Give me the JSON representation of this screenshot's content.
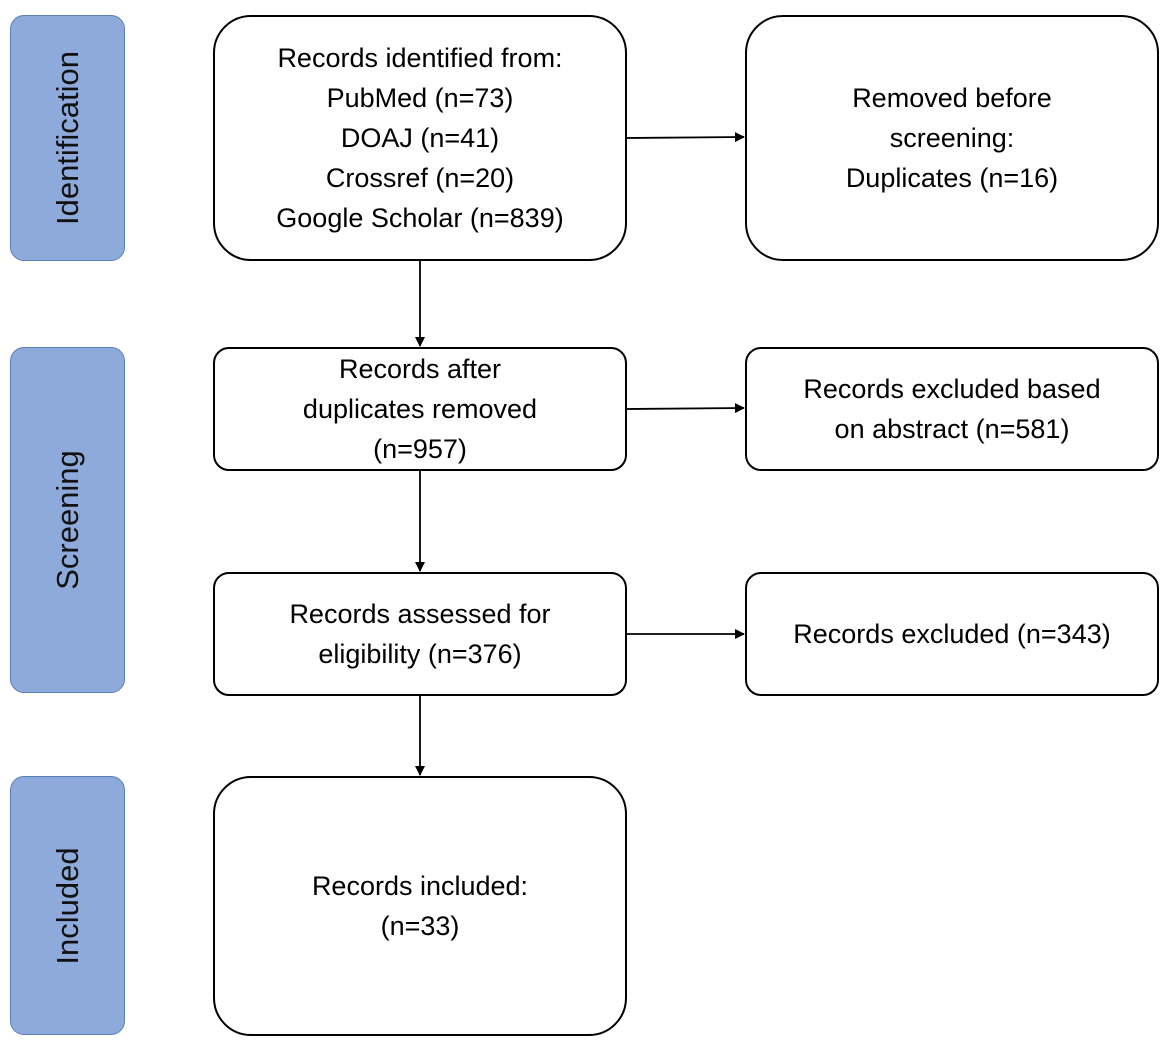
{
  "phases": {
    "identification": "Identification",
    "screening": "Screening",
    "included": "Included"
  },
  "boxes": {
    "records_identified": {
      "lines": [
        "Records identified from:",
        "PubMed (n=73)",
        "DOAJ (n=41)",
        "Crossref (n=20)",
        "Google Scholar (n=839)"
      ]
    },
    "removed_before_screening": {
      "lines": [
        "Removed before",
        "screening:",
        "Duplicates (n=16)"
      ]
    },
    "after_duplicates": {
      "lines": [
        "Records after",
        "duplicates removed",
        "(n=957)"
      ]
    },
    "excluded_abstract": {
      "lines": [
        "Records excluded based",
        "on abstract (n=581)"
      ]
    },
    "assessed_eligibility": {
      "lines": [
        "Records assessed for",
        "eligibility (n=376)"
      ]
    },
    "records_excluded": {
      "lines": [
        "Records excluded (n=343)"
      ]
    },
    "records_included": {
      "lines": [
        "Records included:",
        "(n=33)"
      ]
    }
  },
  "colors": {
    "phase_fill": "#8eaadb",
    "phase_border": "#5b7fb8",
    "box_border": "#000000"
  }
}
